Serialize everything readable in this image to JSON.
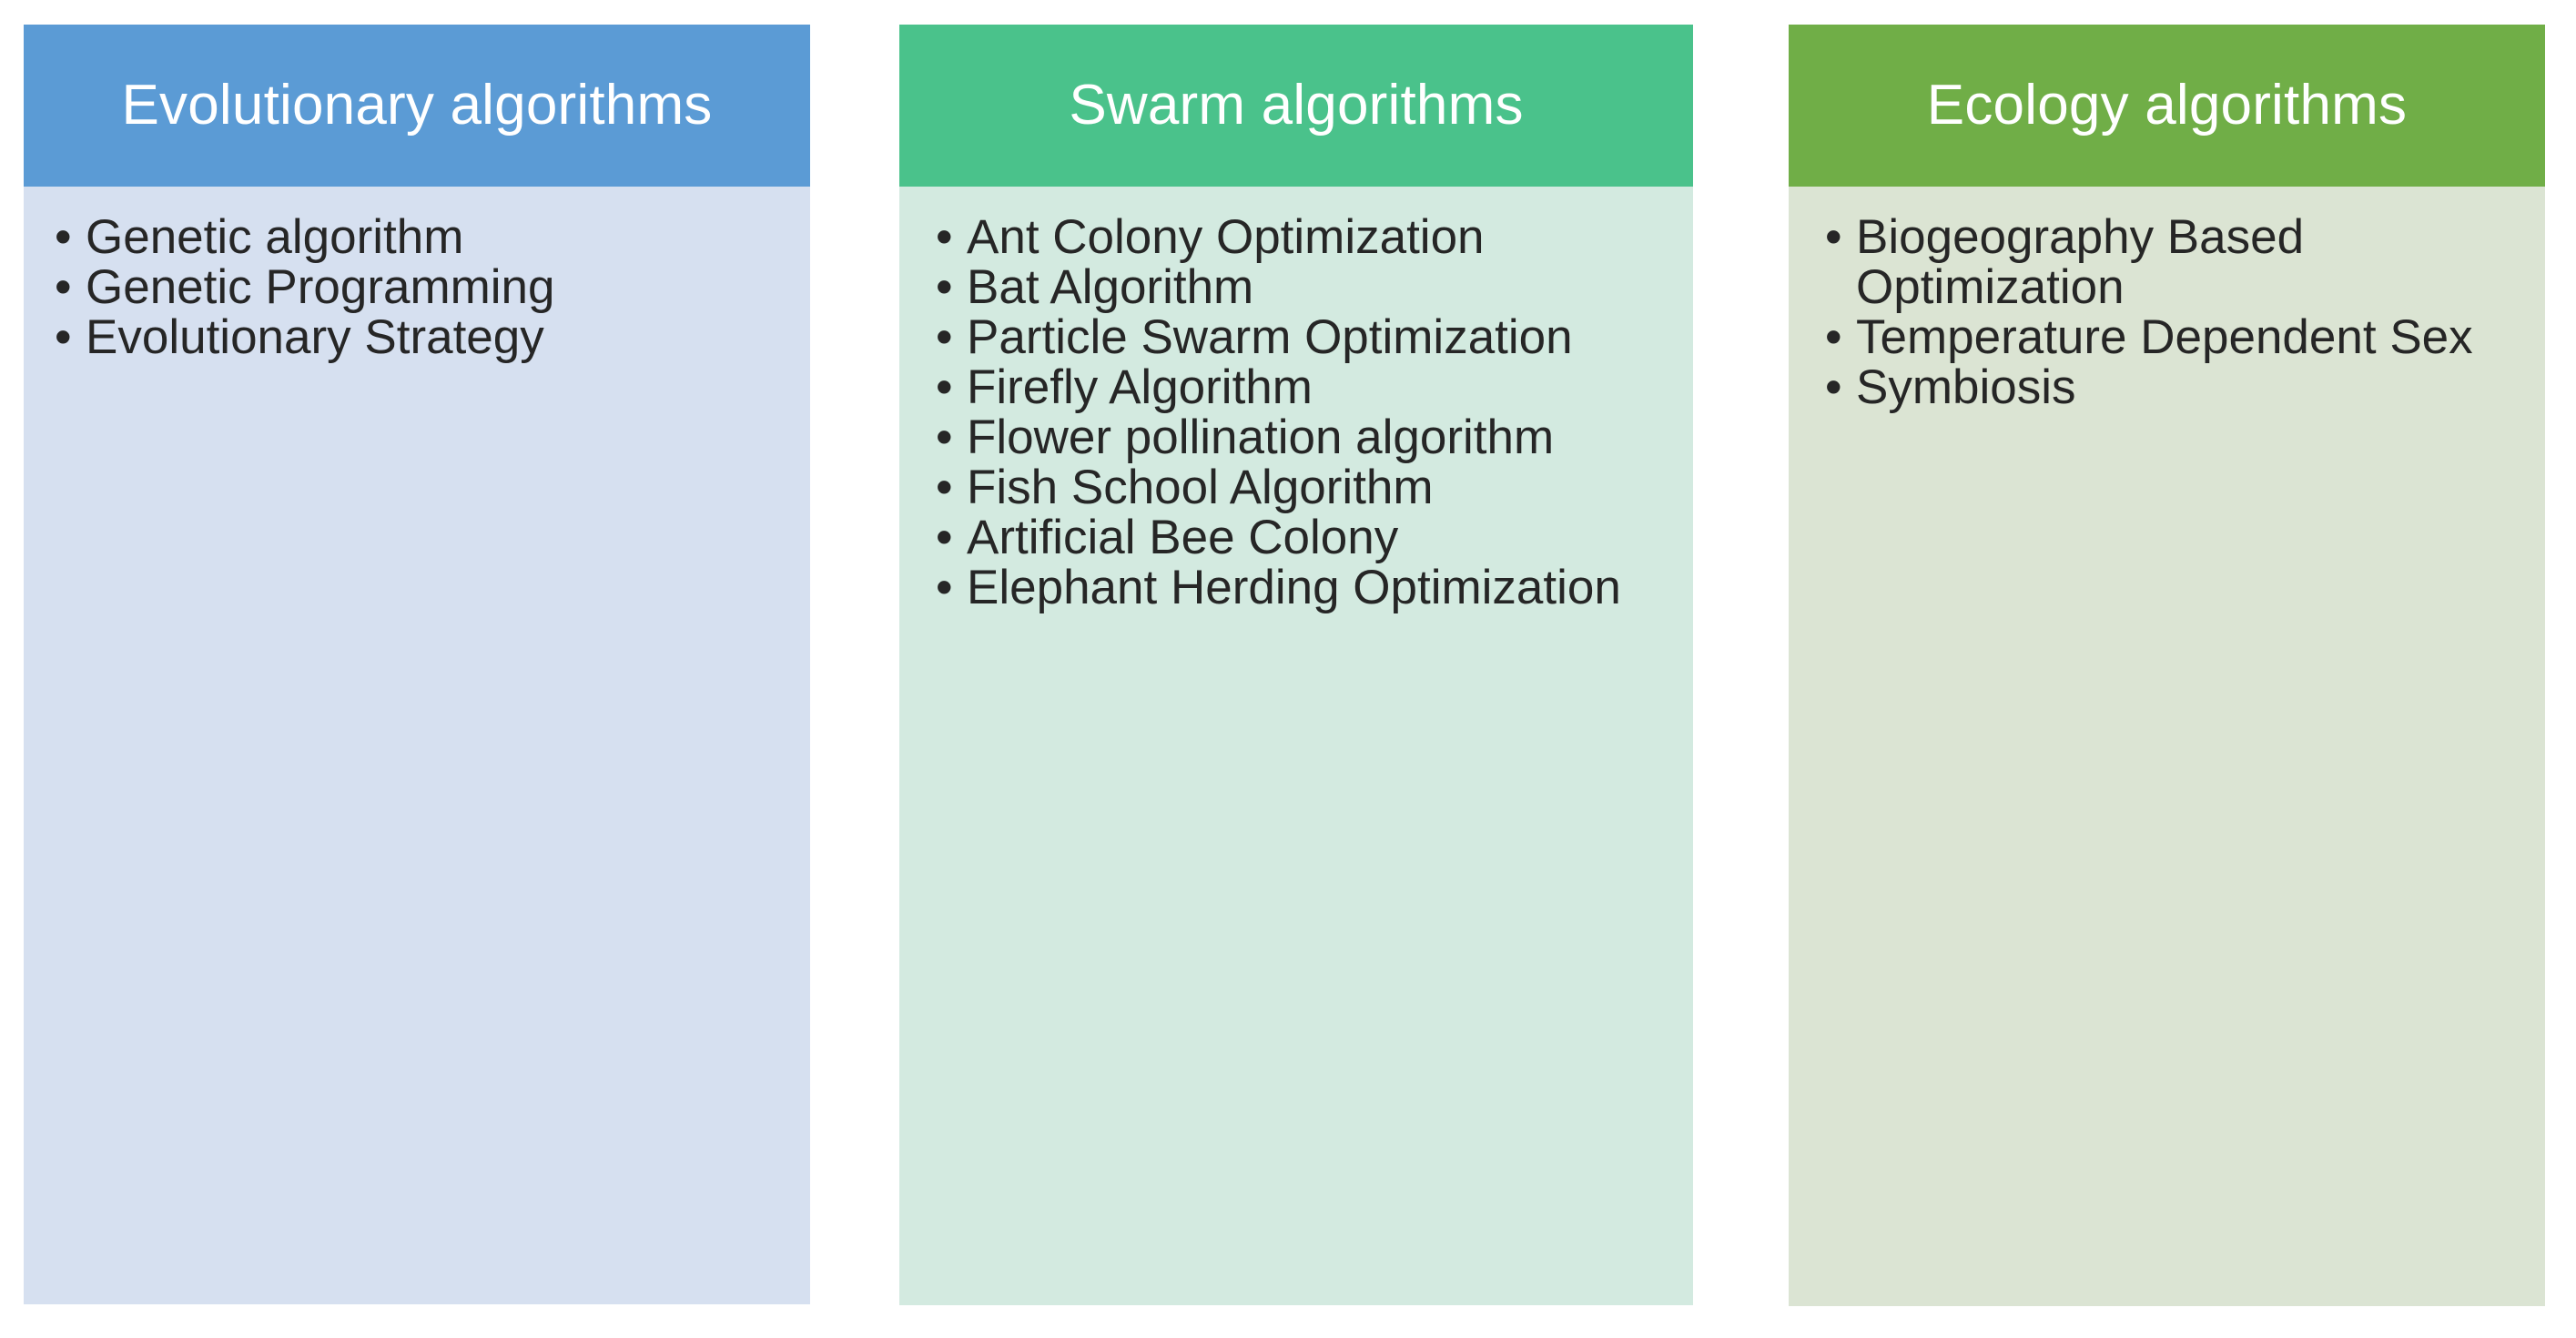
{
  "diagram": {
    "type": "three-column-category-list",
    "bullet_glyph": "•",
    "columns": [
      {
        "id": "evolutionary",
        "title": "Evolutionary algorithms",
        "header_color": "#5B9BD5",
        "body_color": "#D6E0F0",
        "items": [
          "Genetic algorithm",
          "Genetic Programming",
          "Evolutionary Strategy"
        ]
      },
      {
        "id": "swarm",
        "title": "Swarm algorithms",
        "header_color": "#4AC28B",
        "body_color": "#D3EAE0",
        "items": [
          "Ant Colony Optimization",
          "Bat Algorithm",
          "Particle Swarm Optimization",
          "Firefly Algorithm",
          "Flower pollination algorithm",
          "Fish School Algorithm",
          "Artificial Bee Colony",
          "Elephant Herding Optimization"
        ]
      },
      {
        "id": "ecology",
        "title": "Ecology algorithms",
        "header_color": "#70AE47",
        "body_color": "#DBE4D3",
        "items": [
          "Biogeography Based Optimization",
          "Temperature Dependent Sex",
          "Symbiosis"
        ]
      }
    ]
  }
}
